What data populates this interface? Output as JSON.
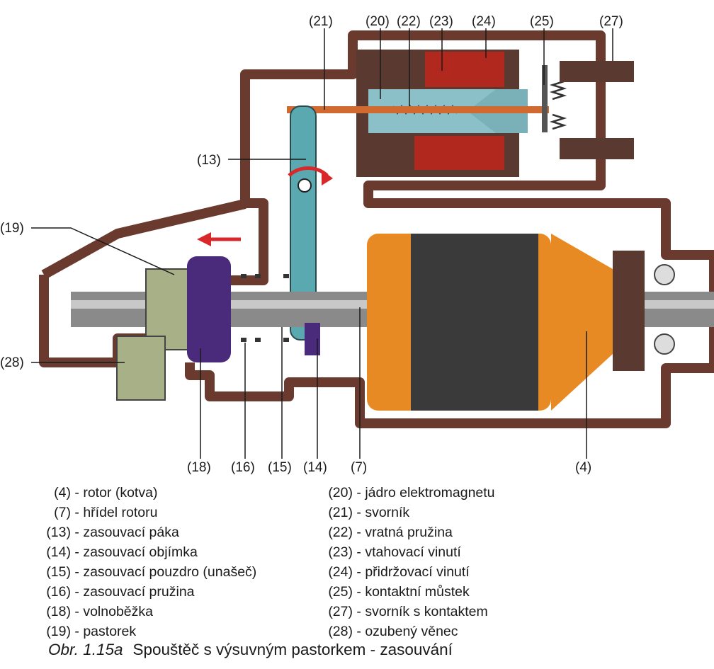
{
  "callouts": [
    {
      "id": "c21",
      "text": "(21)"
    },
    {
      "id": "c20",
      "text": "(20)"
    },
    {
      "id": "c22",
      "text": "(22)"
    },
    {
      "id": "c23",
      "text": "(23)"
    },
    {
      "id": "c24",
      "text": "(24)"
    },
    {
      "id": "c25",
      "text": "(25)"
    },
    {
      "id": "c27",
      "text": "(27)"
    },
    {
      "id": "c13",
      "text": "(13)"
    },
    {
      "id": "c19",
      "text": "(19)"
    },
    {
      "id": "c28",
      "text": "(28)"
    },
    {
      "id": "c18",
      "text": "(18)"
    },
    {
      "id": "c16",
      "text": "(16)"
    },
    {
      "id": "c15",
      "text": "(15)"
    },
    {
      "id": "c14",
      "text": "(14)"
    },
    {
      "id": "c7",
      "text": "(7)"
    },
    {
      "id": "c4",
      "text": "(4)"
    }
  ],
  "legend": {
    "left": [
      {
        "num": "(4)",
        "text": "- rotor (kotva)"
      },
      {
        "num": "(7)",
        "text": "- hřídel rotoru"
      },
      {
        "num": "(13)",
        "text": "- zasouvací páka"
      },
      {
        "num": "(14)",
        "text": "- zasouvací objímka"
      },
      {
        "num": "(15)",
        "text": "- zasouvací pouzdro (unašeč)"
      },
      {
        "num": "(16)",
        "text": "- zasouvací pružina"
      },
      {
        "num": "(18)",
        "text": "- volnoběžka"
      },
      {
        "num": "(19)",
        "text": "- pastorek"
      }
    ],
    "right": [
      {
        "num": "(20)",
        "text": "- jádro elektromagnetu"
      },
      {
        "num": "(21)",
        "text": "- svorník"
      },
      {
        "num": "(22)",
        "text": "- vratná pružina"
      },
      {
        "num": "(23)",
        "text": "- vtahovací vinutí"
      },
      {
        "num": "(24)",
        "text": "- přidržovací vinutí"
      },
      {
        "num": "(25)",
        "text": "- kontaktní můstek"
      },
      {
        "num": "(27)",
        "text": "- svorník s kontaktem"
      },
      {
        "num": "(28)",
        "text": "- ozubený věnec"
      }
    ]
  },
  "caption": {
    "prefix": "Obr. 1.15a",
    "title": "Spouštěč s výsuvným pastorkem - zasouvání"
  },
  "colors": {
    "housing": "#6b3a2e",
    "coil": "#b0281e",
    "core": "#8cc0c8",
    "shaft": "#8a8a8a",
    "rotor": "#e88a24",
    "clutch": "#4a2a7a",
    "pinion": "#a8b088",
    "lever": "#5aa8b0",
    "arrow": "#d8282a"
  }
}
